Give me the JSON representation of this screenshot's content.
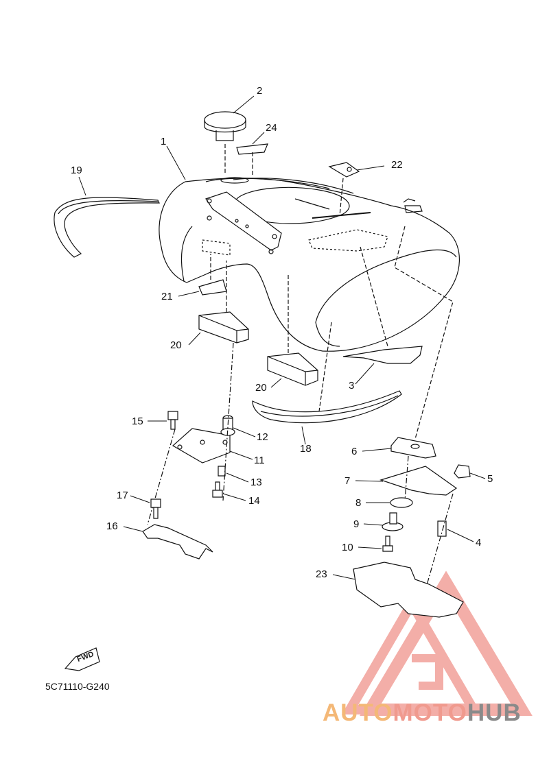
{
  "diagram": {
    "callouts": [
      {
        "id": "c1",
        "label": "1"
      },
      {
        "id": "c2",
        "label": "2"
      },
      {
        "id": "c3",
        "label": "3"
      },
      {
        "id": "c4",
        "label": "4"
      },
      {
        "id": "c5",
        "label": "5"
      },
      {
        "id": "c6",
        "label": "6"
      },
      {
        "id": "c7",
        "label": "7"
      },
      {
        "id": "c8",
        "label": "8"
      },
      {
        "id": "c9",
        "label": "9"
      },
      {
        "id": "c10",
        "label": "10"
      },
      {
        "id": "c11",
        "label": "11"
      },
      {
        "id": "c12",
        "label": "12"
      },
      {
        "id": "c13",
        "label": "13"
      },
      {
        "id": "c14",
        "label": "14"
      },
      {
        "id": "c15",
        "label": "15"
      },
      {
        "id": "c16",
        "label": "16"
      },
      {
        "id": "c17",
        "label": "17"
      },
      {
        "id": "c18",
        "label": "18"
      },
      {
        "id": "c19",
        "label": "19"
      },
      {
        "id": "c20a",
        "label": "20"
      },
      {
        "id": "c20b",
        "label": "20"
      },
      {
        "id": "c21",
        "label": "21"
      },
      {
        "id": "c22",
        "label": "22"
      },
      {
        "id": "c23",
        "label": "23"
      },
      {
        "id": "c24",
        "label": "24"
      }
    ],
    "fwd_label": "FWD",
    "drawing_code": "5C71110-G240"
  },
  "watermark": {
    "part1": "AUTO",
    "part2": "MOTO",
    "part3": "HUB",
    "colors": {
      "auto": "#f4b877",
      "moto": "#f09a8e",
      "hub": "#8a8a8a",
      "logo": "#f2a19a"
    }
  }
}
